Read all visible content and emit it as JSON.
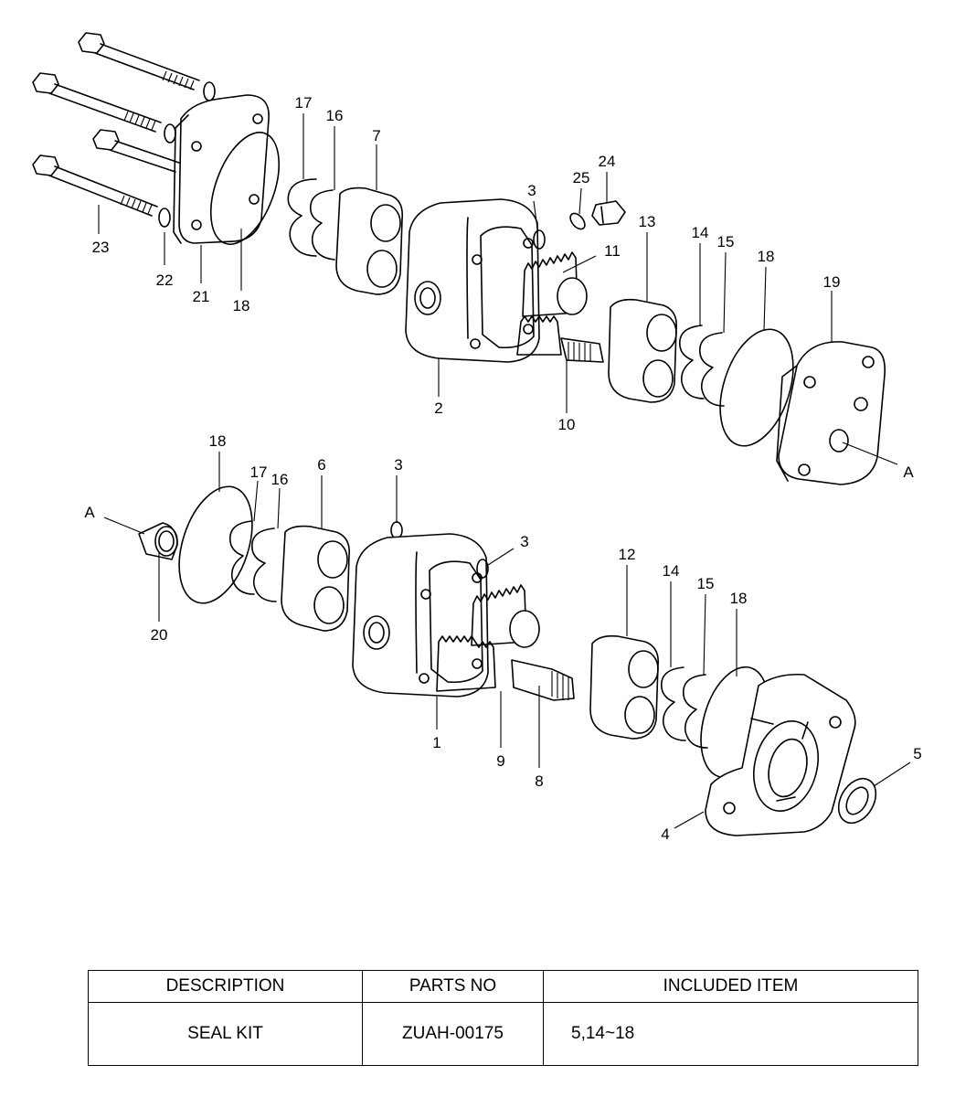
{
  "diagram": {
    "upper_labels": [
      "23",
      "22",
      "21",
      "18",
      "17",
      "16",
      "7",
      "3",
      "25",
      "24",
      "11",
      "2",
      "10",
      "13",
      "14",
      "15",
      "18",
      "19",
      "A"
    ],
    "lower_labels": [
      "A",
      "20",
      "18",
      "17",
      "16",
      "6",
      "3",
      "3",
      "1",
      "9",
      "8",
      "12",
      "14",
      "15",
      "18",
      "4",
      "5"
    ]
  },
  "seal_kit_table": {
    "headers": [
      "DESCRIPTION",
      "PARTS NO",
      "INCLUDED ITEM"
    ],
    "rows": [
      {
        "description": "SEAL KIT",
        "parts_no": "ZUAH-00175",
        "included_item": "5,14~18"
      }
    ]
  }
}
